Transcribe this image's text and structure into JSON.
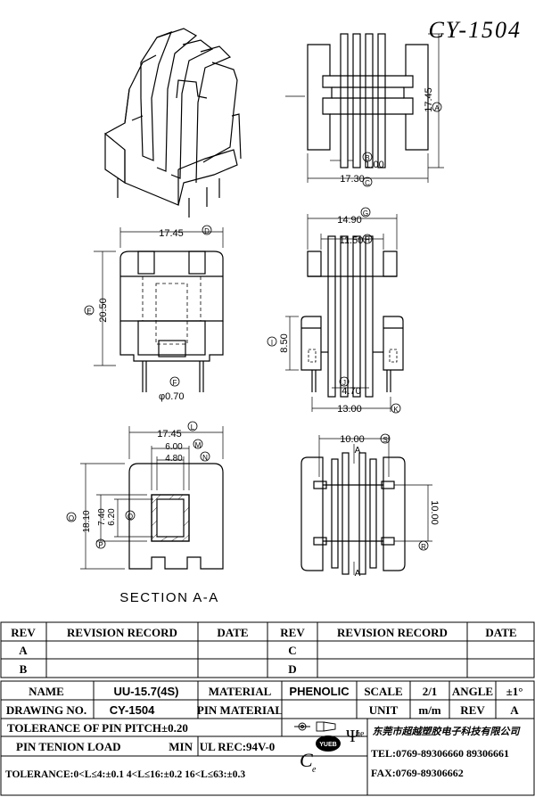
{
  "header": {
    "model": "CY-1504"
  },
  "dims": {
    "d_17_45_top": "17.45",
    "d_1_00": "1.00",
    "d_17_30": "17.30",
    "label_a": "A",
    "label_b": "B",
    "label_c": "C",
    "d_17_45_l2": "17.45",
    "label_d": "D",
    "d_20_50": "20.50",
    "label_e": "E",
    "label_f": "F",
    "d_0_70": "φ0.70",
    "d_14_90": "14.90",
    "label_g": "G",
    "d_11_50": "11.50",
    "label_h": "H",
    "d_8_50": "8.50",
    "label_i": "I",
    "d_4_70": "4.70",
    "label_j": "J",
    "d_13_00": "13.00",
    "label_k": "K",
    "d_17_45_l3": "17.45",
    "label_l": "L",
    "d_6_00": "6.00",
    "label_m": "M",
    "d_4_80": "4.80",
    "label_n": "N",
    "d_18_10": "18.10",
    "label_o": "O",
    "d_7_40": "7.40",
    "label_p": "P",
    "d_6_20": "6.20",
    "label_q": "Q",
    "d_10_00_top": "10.00",
    "label_s": "S",
    "d_10_00_side": "10.00",
    "label_r": "R",
    "sec_a_top": "A",
    "sec_a_bot": "A",
    "section": "SECTION A-A"
  },
  "revision": {
    "h_rev1": "REV",
    "h_record1": "REVISION RECORD",
    "h_date1": "DATE",
    "h_rev2": "REV",
    "h_record2": "REVISION RECORD",
    "h_date2": "DATE",
    "row_a": "A",
    "row_b": "B",
    "row_c": "C",
    "row_d": "D"
  },
  "spec": {
    "name_label": "NAME",
    "name_value": "UU-15.7(4S)",
    "material_label": "MATERIAL",
    "material_value": "PHENOLIC",
    "scale_label": "SCALE",
    "scale_value": "2/1",
    "angle_label": "ANGLE",
    "angle_value": "±1°",
    "drawing_label": "DRAWING NO.",
    "drawing_value": "CY-1504",
    "pin_material_label": "PIN MATERIAL",
    "unit_label": "UNIT",
    "unit_value": "m/m",
    "rev_label": "REV",
    "rev_value": "A",
    "tol_pitch": "TOLERANCE OF PIN PITCH±0.20",
    "company": "东莞市超越塑胶电子科技有限公司",
    "pin_tension_label": "PIN TENION LOAD",
    "pin_tension_value": "MIN",
    "ul_rec": "UL REC:94V-0",
    "tel": "TEL:0769-89306660  89306661",
    "tolerance": "TOLERANCE:0<L≤4:±0.1  4<L≤16:±0.2  16<L≤63:±0.3",
    "fax": "FAX:0769-89306662",
    "logo_text": "ue",
    "logo_badge": "YUEB",
    "logo_c": "C",
    "logo_e": "e"
  }
}
